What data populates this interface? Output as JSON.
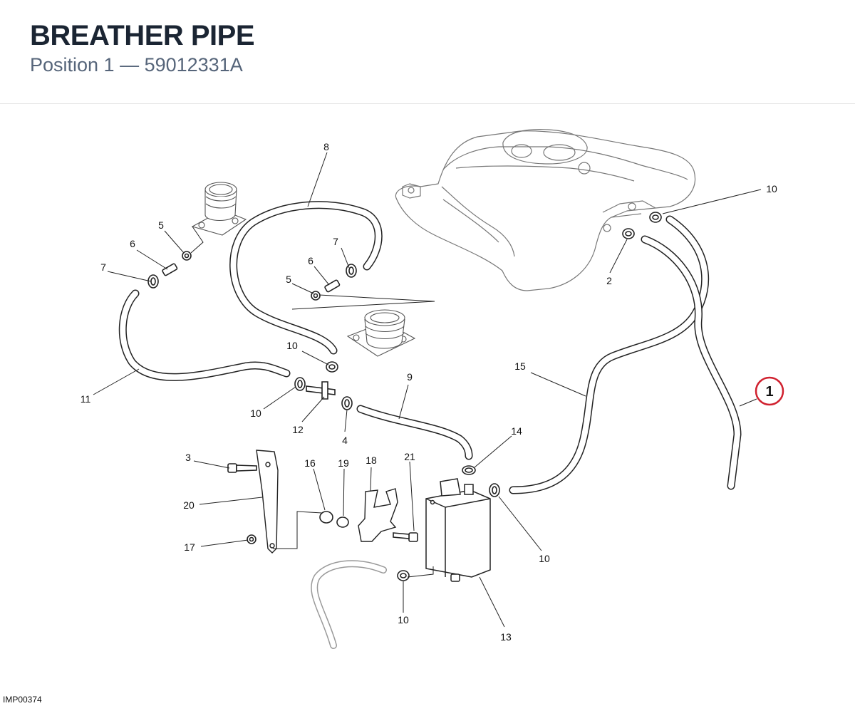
{
  "header": {
    "title": "BREATHER PIPE",
    "subtitle": "Position 1 — 59012331A"
  },
  "callouts": {
    "c8": "8",
    "c10_tank": "10",
    "c5_left": "5",
    "c6_left": "6",
    "c7_left": "7",
    "c7_mid": "7",
    "c6_mid": "6",
    "c5_mid": "5",
    "c2": "2",
    "c10_upper": "10",
    "c11": "11",
    "c10_left": "10",
    "c12": "12",
    "c4": "4",
    "c9": "9",
    "c15": "15",
    "c1": "1",
    "c14": "14",
    "c3": "3",
    "c16": "16",
    "c19": "19",
    "c18": "18",
    "c21": "21",
    "c20": "20",
    "c17": "17",
    "c10_canister": "10",
    "c10_bottom": "10",
    "c13": "13"
  },
  "highlight_color": "#d0212f",
  "footer": {
    "image_code": "IMP00374"
  }
}
